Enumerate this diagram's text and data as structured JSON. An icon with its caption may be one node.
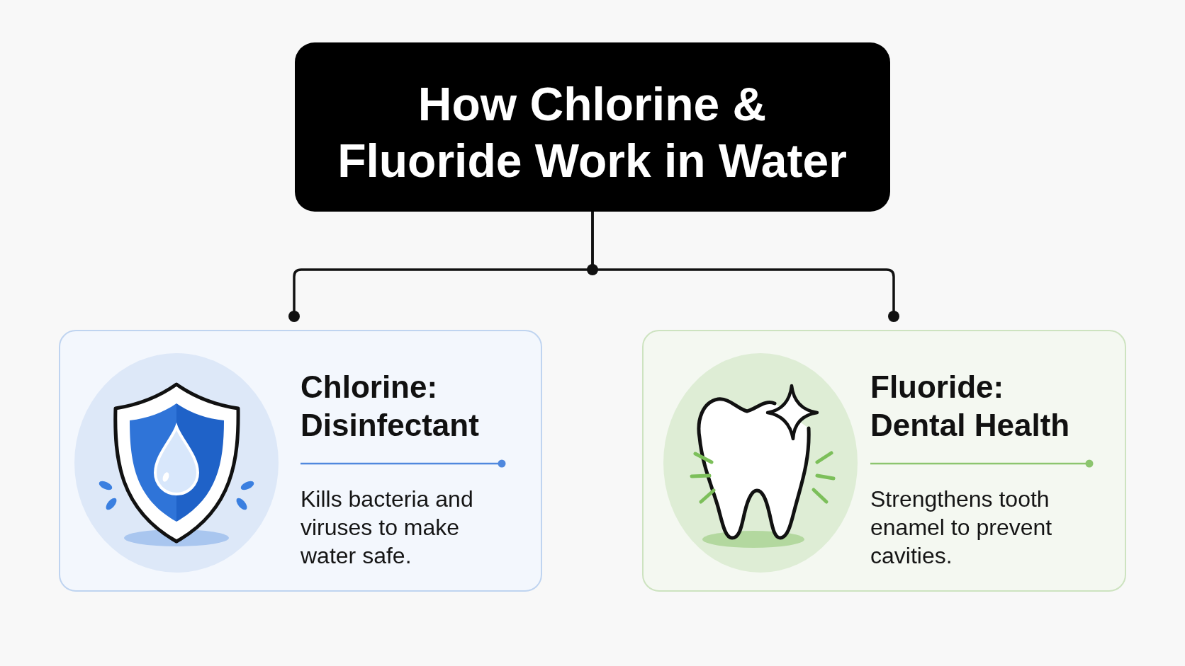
{
  "diagram": {
    "nodes": [
      {
        "text": [
          "How Chlorine & Fluoride Work in Water"
        ]
      },
      {
        "text": [
          "Chlorine: Disinfectant",
          "Kills bacteria and viruses to make water safe."
        ]
      },
      {
        "text": [
          "Fluoride: Dental Health",
          "Strengthens tooth enamel to prevent cavities."
        ]
      }
    ],
    "edges": [
      {
        "from": 0,
        "to": 1,
        "arrow": "other"
      },
      {
        "from": 0,
        "to": 2,
        "arrow": "other"
      }
    ]
  }
}
